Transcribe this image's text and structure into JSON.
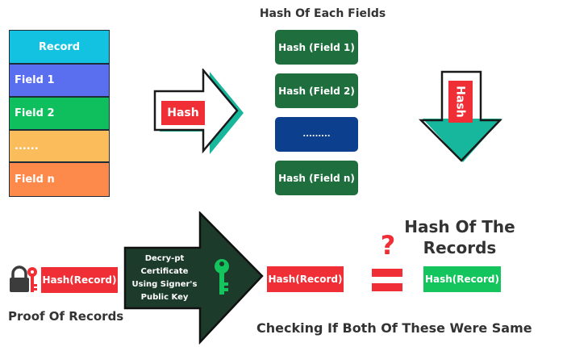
{
  "record_table": {
    "header": "Record",
    "rows": [
      "Field 1",
      "Field 2",
      "......",
      "Field n"
    ],
    "colors": [
      "#13c2e0",
      "#5a6ff0",
      "#0fbe5c",
      "#fbbd5c",
      "#fd8a4b"
    ]
  },
  "hash_arrow_label": "Hash",
  "fields_title": "Hash Of  Each Fields",
  "hash_fields": [
    "Hash (Field 1)",
    "Hash (Field 2)",
    ".........",
    "Hash (Field n)"
  ],
  "hash_field_colors": [
    "#1e6e3e",
    "#1e6e3e",
    "#0c3f8d",
    "#1e6e3e"
  ],
  "down_arrow_label": "Hash",
  "bottom": {
    "stored_hash": "Hash(Record)",
    "proof_label": "Proof Of  Records",
    "decrypt_label": "Decry-pt Certificate Using Signer's Public Key",
    "decrypted_hash": "Hash(Record)",
    "question_mark": "?",
    "computed_title": "Hash Of The Records",
    "computed_hash": "Hash(Record)",
    "checking_label": "Checking  If Both Of These Were Same"
  },
  "colors": {
    "teal": "#16b79c",
    "red": "#ef2e36",
    "green": "#14c45d",
    "dark_green": "#1d3b2b",
    "text": "#333333"
  }
}
